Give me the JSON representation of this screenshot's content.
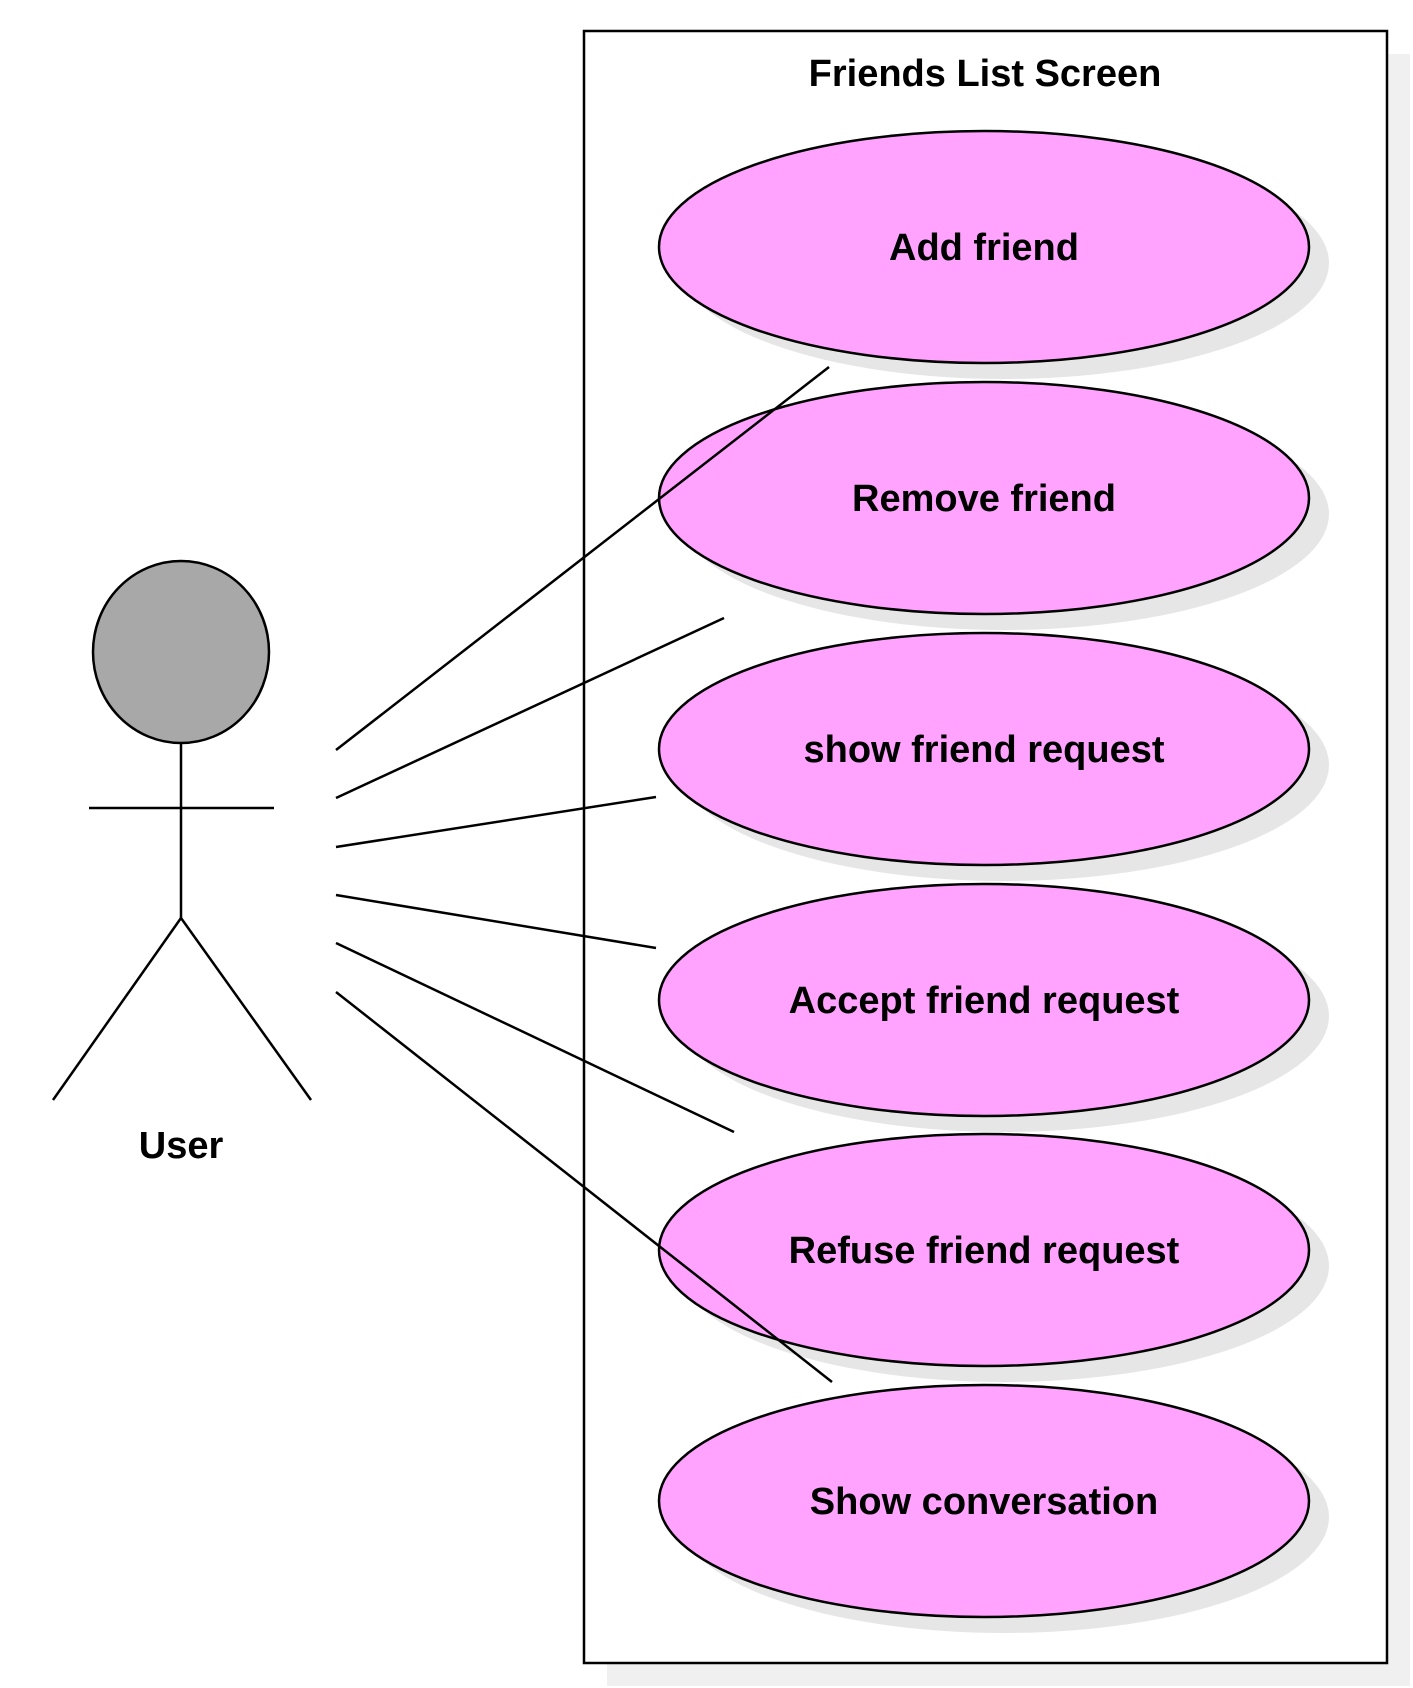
{
  "colors": {
    "background": "#ffffff",
    "stroke": "#000000",
    "usecase_fill": "#ffa3ff",
    "actor_head_fill": "#a8a8a8",
    "shadow": "#e6e6e6"
  },
  "system": {
    "title": "Friends List Screen"
  },
  "actor": {
    "name": "User",
    "icon": "stick-figure-actor-icon"
  },
  "use_cases": [
    {
      "label": "Add friend"
    },
    {
      "label": "Remove friend"
    },
    {
      "label": "show friend request"
    },
    {
      "label": "Accept friend request"
    },
    {
      "label": "Refuse friend request"
    },
    {
      "label": "Show conversation"
    }
  ],
  "associations": [
    {
      "from": "User",
      "to": "Add friend"
    },
    {
      "from": "User",
      "to": "Remove friend"
    },
    {
      "from": "User",
      "to": "show friend request"
    },
    {
      "from": "User",
      "to": "Accept friend request"
    },
    {
      "from": "User",
      "to": "Refuse friend request"
    },
    {
      "from": "User",
      "to": "Show conversation"
    }
  ]
}
